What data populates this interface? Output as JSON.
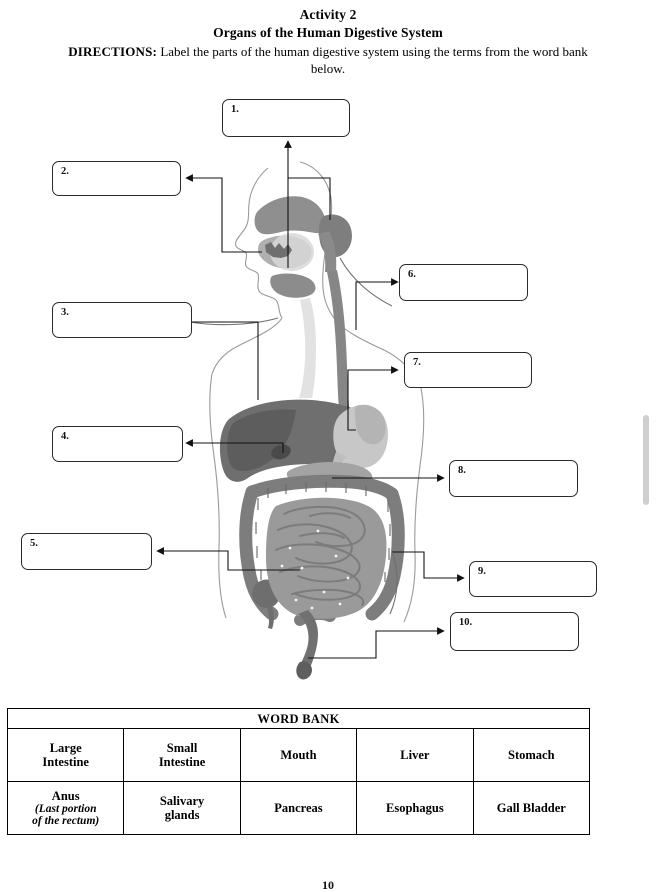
{
  "header": {
    "activity": "Activity 2",
    "topic": "Organs of the Human Digestive System",
    "directions_label": "DIRECTIONS:",
    "directions_text": " Label the parts of the human digestive system using the terms from the word bank below."
  },
  "answer_boxes": [
    {
      "number": "1.",
      "value": ""
    },
    {
      "number": "2.",
      "value": ""
    },
    {
      "number": "3.",
      "value": ""
    },
    {
      "number": "4.",
      "value": ""
    },
    {
      "number": "5.",
      "value": ""
    },
    {
      "number": "6.",
      "value": ""
    },
    {
      "number": "7.",
      "value": ""
    },
    {
      "number": "8.",
      "value": ""
    },
    {
      "number": "9.",
      "value": ""
    },
    {
      "number": "10.",
      "value": ""
    }
  ],
  "word_bank": {
    "title": "WORD BANK",
    "rows": [
      [
        {
          "term": "Large\nIntestine",
          "line1": "Large",
          "line2": "Intestine",
          "sub": ""
        },
        {
          "term": "Small\nIntestine",
          "line1": "Small",
          "line2": "Intestine",
          "sub": ""
        },
        {
          "term": "Mouth",
          "line1": "Mouth",
          "line2": "",
          "sub": ""
        },
        {
          "term": "Liver",
          "line1": "Liver",
          "line2": "",
          "sub": ""
        },
        {
          "term": "Stomach",
          "line1": "Stomach",
          "line2": "",
          "sub": ""
        }
      ],
      [
        {
          "term": "Anus",
          "line1": "Anus",
          "line2": "",
          "sub": "(Last portion\nof the rectum)",
          "sub_line1": "(Last portion",
          "sub_line2": "of the rectum)"
        },
        {
          "term": "Salivary\nglands",
          "line1": "Salivary",
          "line2": "glands",
          "sub": ""
        },
        {
          "term": "Pancreas",
          "line1": "Pancreas",
          "line2": "",
          "sub": ""
        },
        {
          "term": "Esophagus",
          "line1": "Esophagus",
          "line2": "",
          "sub": ""
        },
        {
          "term": "Gall Bladder",
          "line1": "Gall Bladder",
          "line2": "",
          "sub": ""
        }
      ]
    ]
  },
  "footer": {
    "page_number": "10"
  },
  "colors": {
    "ink": "#000000",
    "box_border": "#2b2b2b",
    "body_outline": "#8a8a8a",
    "liver": "#6f6f6f",
    "liver_dark": "#555555",
    "stomach": "#c3c3c3",
    "stomach_dark": "#a8a8a8",
    "large_intestine": "#7d7d7d",
    "small_intestine": "#9a9a9a",
    "esophagus": "#868686",
    "mouth": "#8f8f8f",
    "scrollbar": "#cfcfcf"
  }
}
